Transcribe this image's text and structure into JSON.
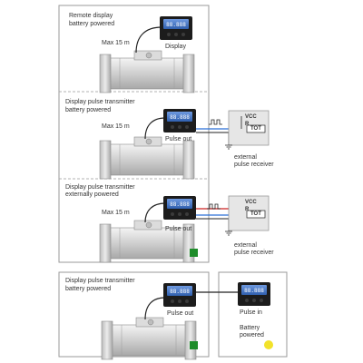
{
  "panels": [
    {
      "title_line1": "Remote display",
      "title_line2": "battery powered",
      "cable_label": "Max 15 m",
      "device_label": "Display"
    },
    {
      "title_line1": "Display pulse transmitter",
      "title_line2": "battery powered",
      "cable_label": "Max 15 m",
      "device_label": "Pulse out",
      "receiver_label_line1": "external",
      "receiver_label_line2": "pulse receiver",
      "pin_vcc": "VCC",
      "pin_r": "R",
      "pin_tot": "TOT"
    },
    {
      "title_line1": "Display pulse transmitter",
      "title_line2": "externally powered",
      "cable_label": "Max 15 m",
      "device_label": "Pulse out",
      "receiver_label_line1": "external",
      "receiver_label_line2": "pulse receiver",
      "pin_vcc": "VCC",
      "pin_r": "R",
      "pin_tot": "TOT"
    },
    {
      "title_line1": "Display pulse transmitter",
      "title_line2": "battery powered",
      "device_label": "Pulse out",
      "remote_label": "Pulse in",
      "remote_power_line1": "Battery",
      "remote_power_line2": "powered"
    }
  ],
  "colors": {
    "panel_border": "#9a9a9a",
    "dashed_divider": "#9a9a9a",
    "device_body": "#1c1c1c",
    "device_screen": "#3d6fc0",
    "signal_wire": "#2a6fd6",
    "power_wire": "#cc2222",
    "ground_wire": "#222222",
    "receiver_box": "#e6e6e6",
    "status_green": "#1e8c2a",
    "status_yellow": "#f2e22a"
  },
  "icons": [
    "flow-meter-icon",
    "display-unit-icon",
    "pulse-waveform-icon",
    "ground-symbol-icon",
    "battery-indicator-icon"
  ]
}
